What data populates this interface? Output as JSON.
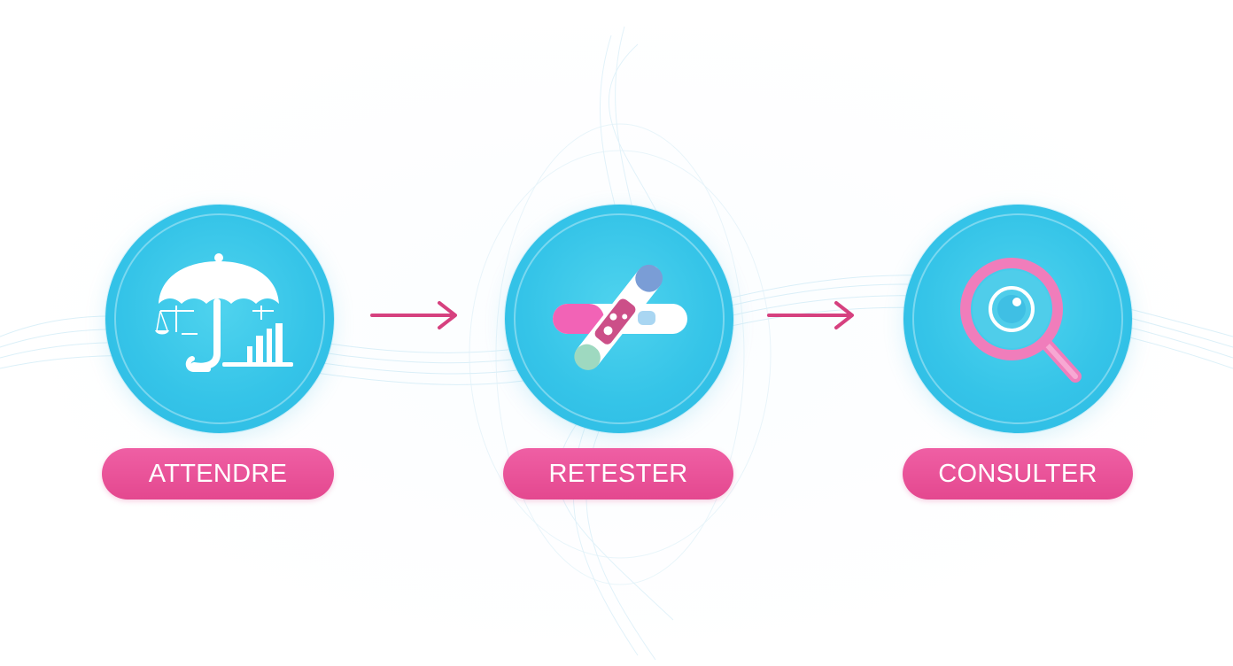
{
  "steps": [
    {
      "label": "ATTENDRE",
      "icon": "umbrella-scale-icon"
    },
    {
      "label": "RETESTER",
      "icon": "test-strip-icon"
    },
    {
      "label": "CONSULTER",
      "icon": "magnifier-icon"
    }
  ],
  "colors": {
    "circle": "#35c4e8",
    "pill": "#e84f95",
    "arrow": "#d6417f"
  }
}
